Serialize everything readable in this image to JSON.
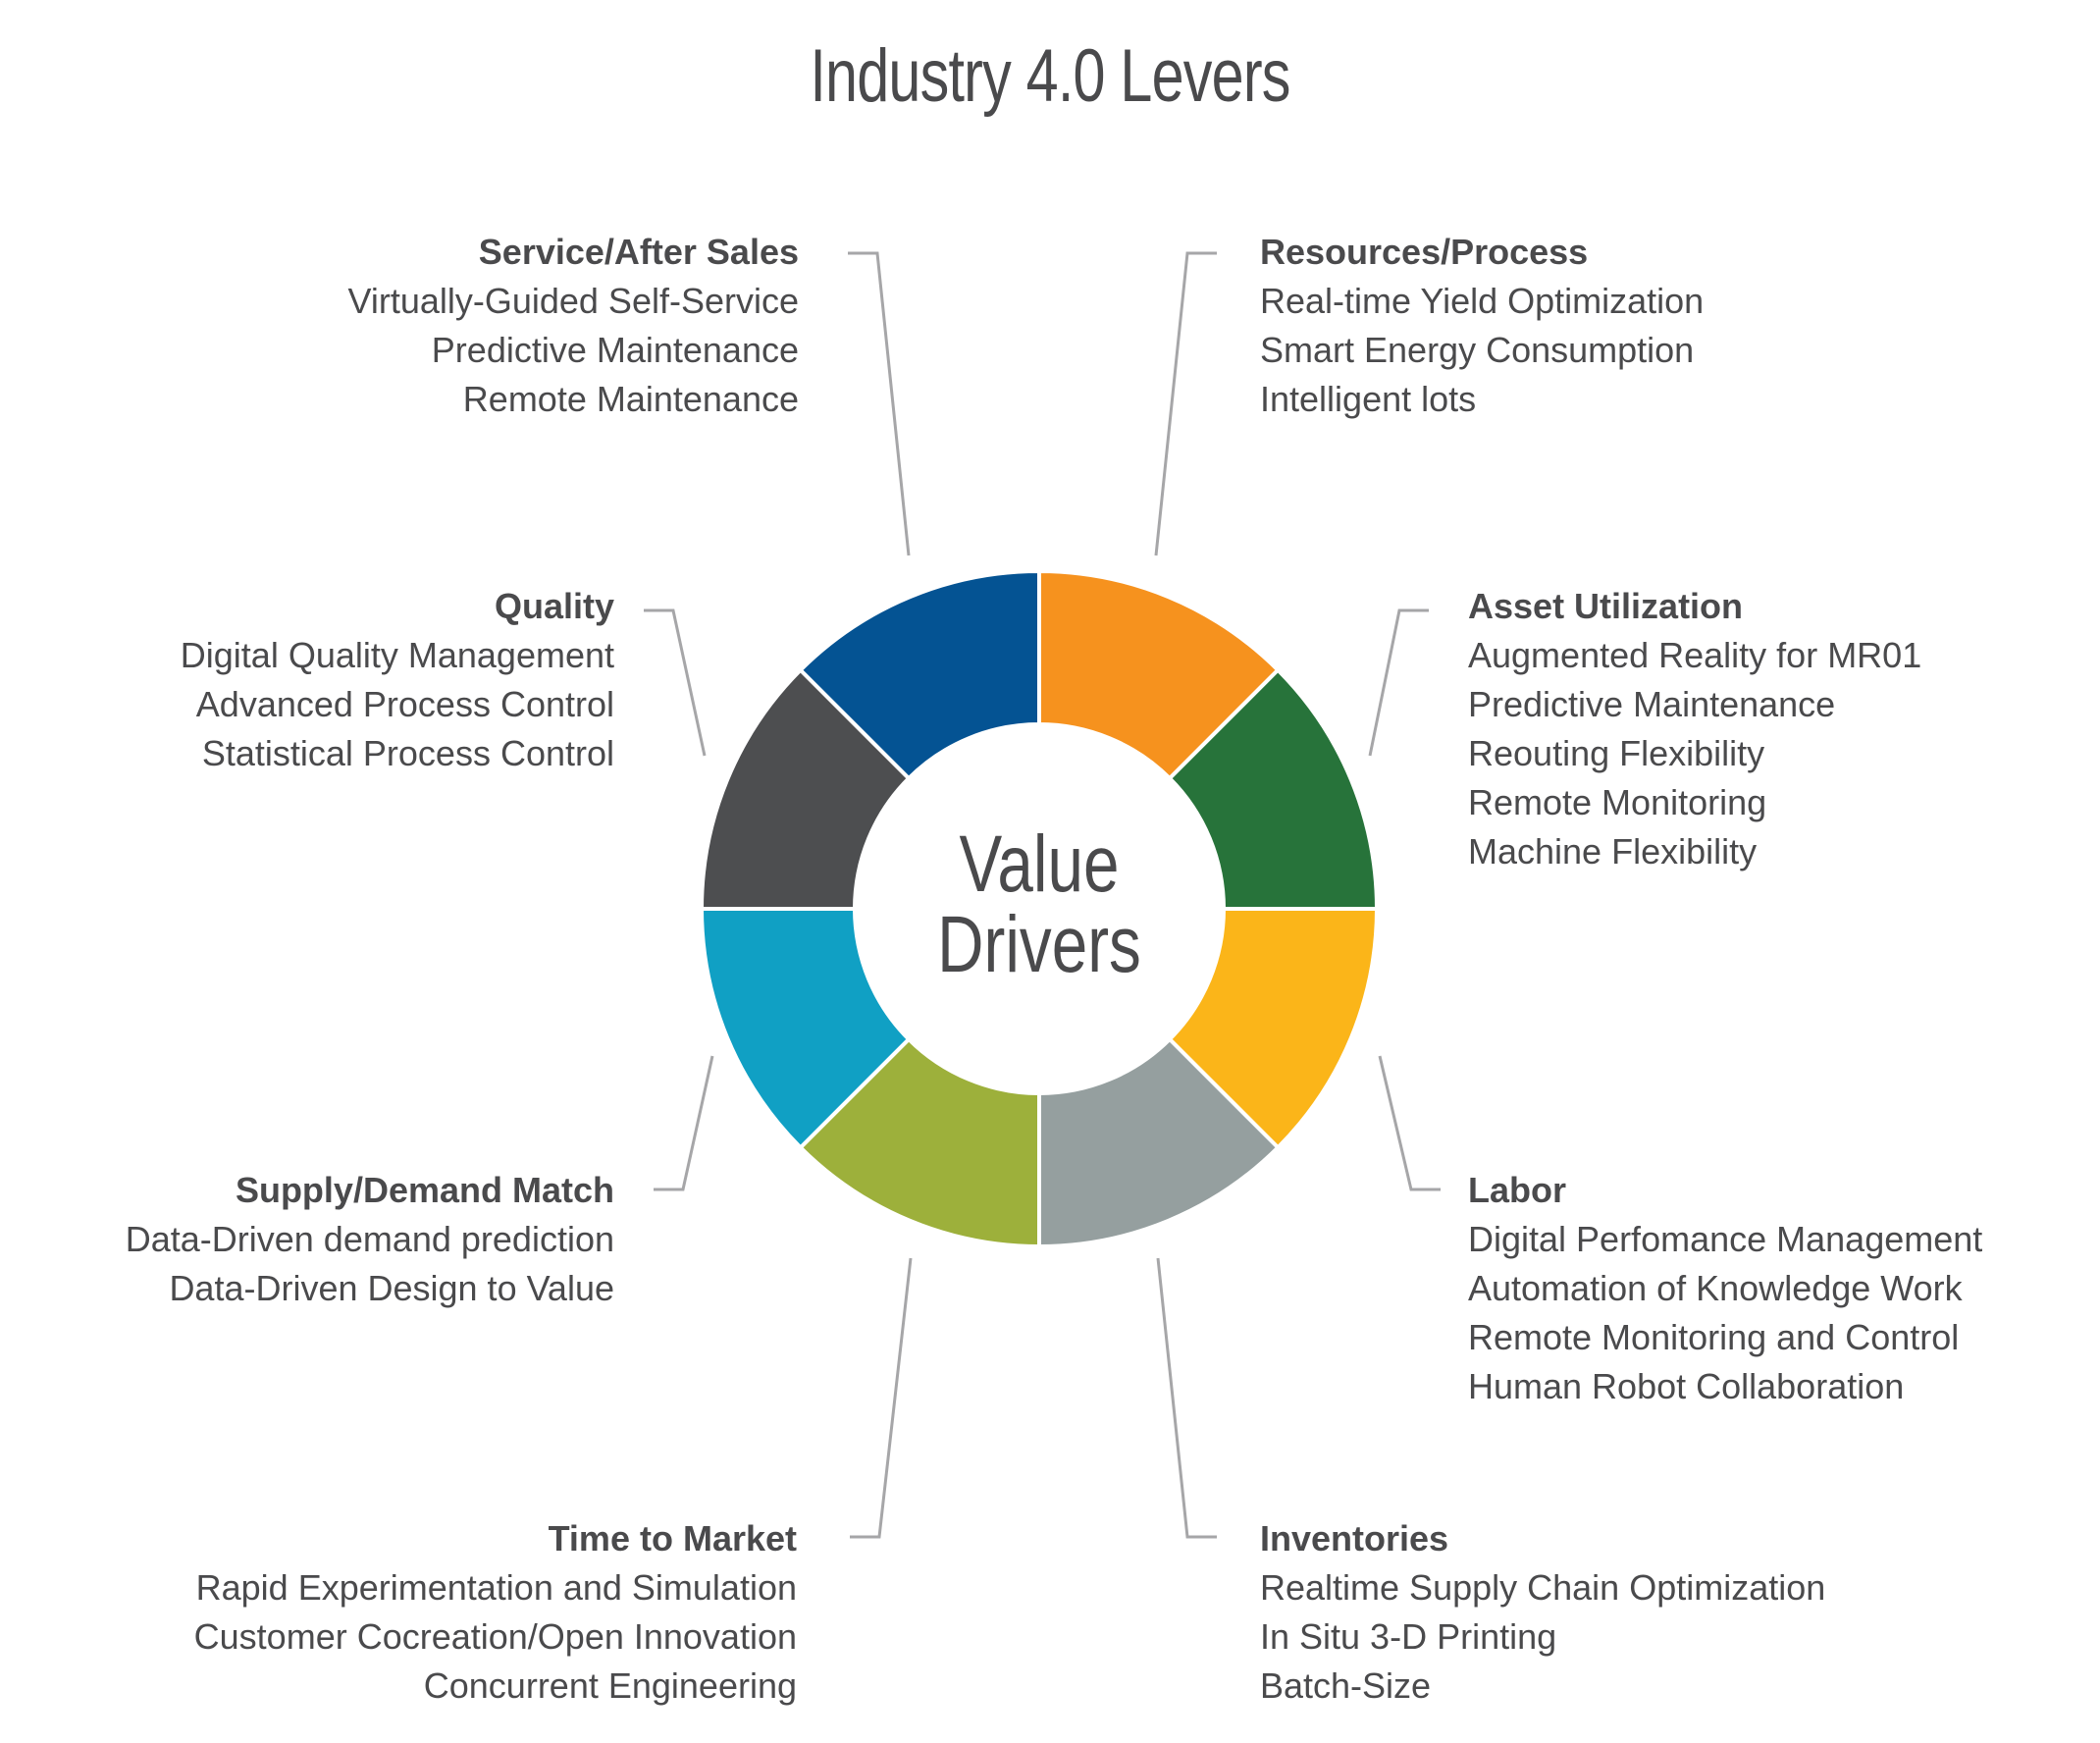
{
  "title": "Industry 4.0 Levers",
  "center": {
    "line1": "Value",
    "line2": "Drivers"
  },
  "segment_colors": {
    "resources_process": "#F6921E",
    "asset_utilization": "#27733A",
    "labor": "#FBB519",
    "inventories": "#959F9F",
    "time_to_market": "#9DB03B",
    "supply_demand_match": "#10A0C4",
    "quality": "#4D4E50",
    "service_after_sales": "#045393"
  },
  "levers": {
    "service_after_sales": {
      "heading": "Service/After Sales",
      "items": [
        "Virtually-Guided Self-Service",
        "Predictive Maintenance",
        "Remote Maintenance"
      ]
    },
    "resources_process": {
      "heading": "Resources/Process",
      "items": [
        "Real-time Yield Optimization",
        "Smart Energy Consumption",
        "Intelligent lots"
      ]
    },
    "quality": {
      "heading": "Quality",
      "items": [
        "Digital Quality Management",
        "Advanced Process Control",
        "Statistical Process Control"
      ]
    },
    "asset_utilization": {
      "heading": "Asset Utilization",
      "items": [
        "Augmented Reality for MR01",
        "Predictive Maintenance",
        "Reouting Flexibility",
        "Remote Monitoring",
        "Machine Flexibility"
      ]
    },
    "supply_demand_match": {
      "heading": "Supply/Demand Match",
      "items": [
        "Data-Driven demand prediction",
        "Data-Driven Design to Value"
      ]
    },
    "labor": {
      "heading": "Labor",
      "items": [
        "Digital Perfomance Management",
        "Automation of Knowledge Work",
        "Remote Monitoring and Control",
        "Human Robot Collaboration"
      ]
    },
    "time_to_market": {
      "heading": "Time to Market",
      "items": [
        "Rapid Experimentation and Simulation",
        "Customer Cocreation/Open Innovation",
        "Concurrent Engineering"
      ]
    },
    "inventories": {
      "heading": "Inventories",
      "items": [
        "Realtime Supply Chain Optimization",
        "In Situ 3-D Printing",
        "Batch-Size"
      ]
    }
  }
}
